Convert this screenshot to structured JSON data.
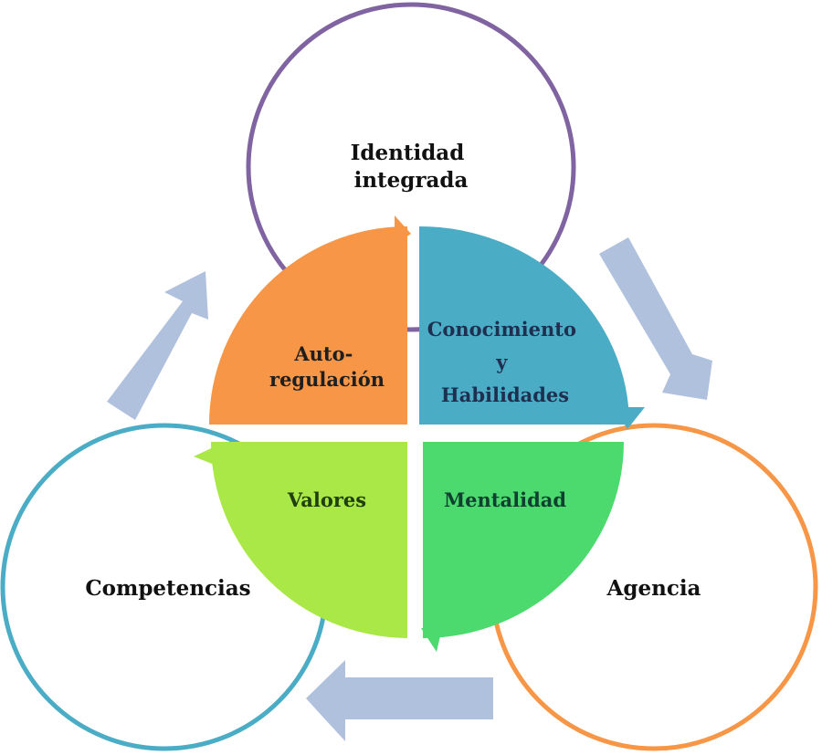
{
  "outer_circles": {
    "identidad": {
      "lines": [
        "Identidad",
        "integrada"
      ],
      "color": "#8064a2"
    },
    "competencias": {
      "lines": [
        "Competencias"
      ],
      "color": "#4bacc6"
    },
    "agencia": {
      "lines": [
        "Agencia"
      ],
      "color": "#f79646"
    }
  },
  "quadrants": {
    "autorregulacion": {
      "lines": [
        "Auto-",
        "regulación"
      ],
      "fill": "#f79646",
      "text_color": "#1f1f1f"
    },
    "conocimiento": {
      "lines": [
        "Conocimiento",
        "y",
        "Habilidades"
      ],
      "fill": "#4bacc6",
      "text_color": "#1f2f4f"
    },
    "valores": {
      "lines": [
        "Valores"
      ],
      "fill": "#a9e846",
      "text_color": "#1f3f0f"
    },
    "mentalidad": {
      "lines": [
        "Mentalidad"
      ],
      "fill": "#4cd96e",
      "text_color": "#0f3f2f"
    }
  },
  "arrow_color": "#b0c1dd"
}
